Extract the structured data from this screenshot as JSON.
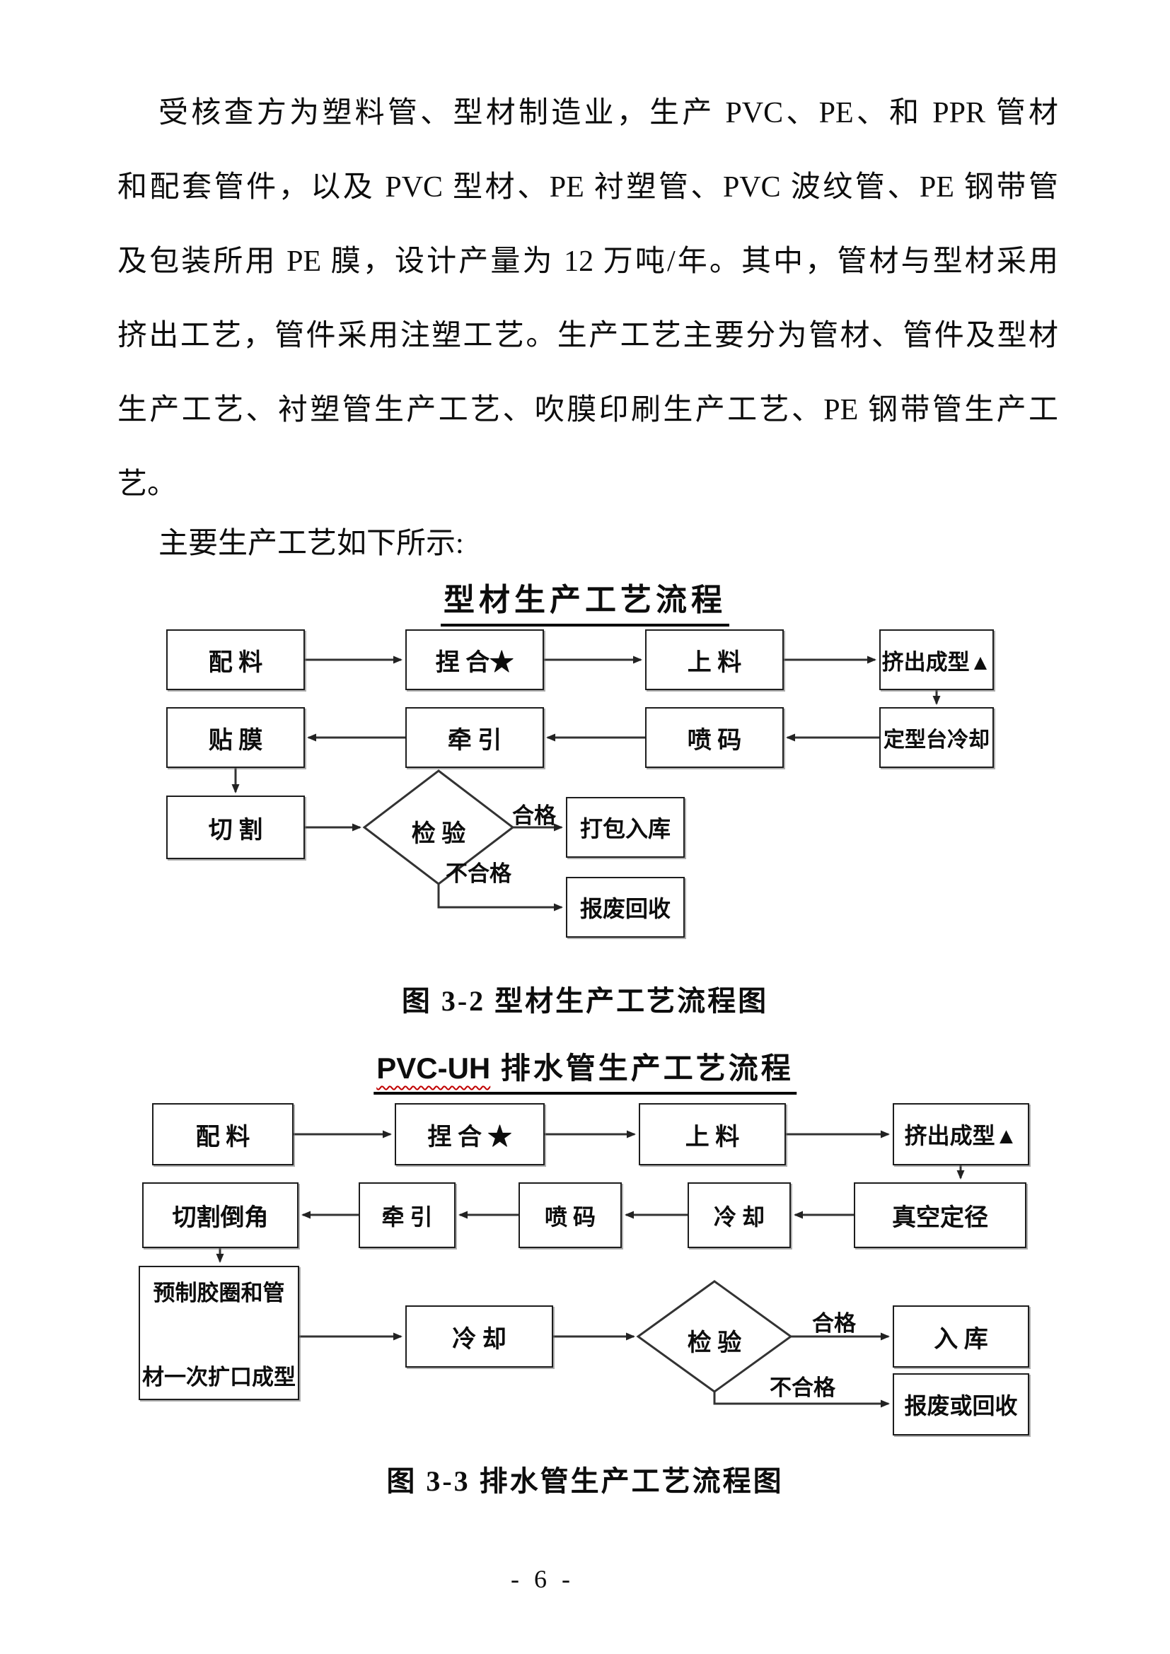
{
  "page": {
    "paragraph_lines": [
      "受核查方为塑料管、型材制造业，生产 PVC、PE、和 PPR 管材",
      "和配套管件，以及 PVC 型材、PE 衬塑管、PVC 波纹管、PE 钢带管",
      "及包装所用 PE 膜，设计产量为 12 万吨/年。其中，管材与型材采用",
      "挤出工艺，管件采用注塑工艺。生产工艺主要分为管材、管件及型材",
      "生产工艺、衬塑管生产工艺、吹膜印刷生产工艺、PE 钢带管生产工",
      "艺。"
    ],
    "lead_in": "主要生产工艺如下所示:",
    "page_number": "- 6 -"
  },
  "chart1": {
    "title": "型材生产工艺流程",
    "caption": "图 3-2 型材生产工艺流程图",
    "nodes": {
      "peiliao": "配 料",
      "niehe": "捏 合★",
      "shangliao": "上 料",
      "jichucheng": "挤出成型▲",
      "tiemo": "贴 膜",
      "qianyin": "牵 引",
      "penma": "喷 码",
      "dingxingtai": "定型台冷却",
      "qiege": "切 割",
      "jianyan": "检 验",
      "dabaoruku": "打包入库",
      "baofeihuishou": "报废回收"
    },
    "edge_labels": {
      "pass": "合格",
      "fail": "不合格"
    }
  },
  "chart2": {
    "title_latin": "PVC-UH",
    "title_cn": " 排水管生产工艺流程",
    "caption": "图 3-3 排水管生产工艺流程图",
    "nodes": {
      "peiliao": "配 料",
      "niehe": "捏 合 ★",
      "shangliao": "上 料",
      "jichucheng": "挤出成型▲",
      "qiegedaojiao": "切割倒角",
      "qianyin": "牵 引",
      "penma": "喷 码",
      "lengque": "冷 却",
      "zhenkongdingjing": "真空定径",
      "yuzhi_line1": "预制胶圈和管",
      "yuzhi_line2": "材一次扩口成型",
      "lengque2": "冷 却",
      "jianyan": "检 验",
      "ruku": "入 库",
      "baofei": "报废或回收"
    },
    "edge_labels": {
      "pass": "合格",
      "fail": "不合格"
    }
  }
}
